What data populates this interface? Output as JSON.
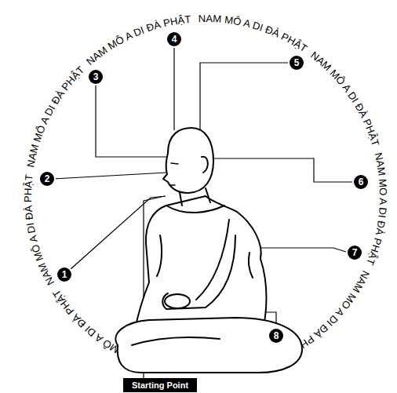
{
  "diagram": {
    "nodes": [
      {
        "text": [
          "Starting Point"
        ]
      }
    ],
    "labels": [
      "NAM MÔ A DI ĐÀ PHẬT",
      "NAM MÔ A DI ĐÀ PHẬT",
      "NAM MÔ A DI ĐÀ PHẬT",
      "NAM MÔ A DI ĐÀ PHẬT",
      "NAM MÔ A DI ĐÀ PHẬT",
      "NAM MÔ A DI ĐÀ PHẬT",
      "NAM MO A DI ĐÀ PHẬT",
      "NAM MO A DI ĐÀ PHẬT",
      "1",
      "2",
      "3",
      "4",
      "5",
      "6",
      "7",
      "8"
    ]
  }
}
